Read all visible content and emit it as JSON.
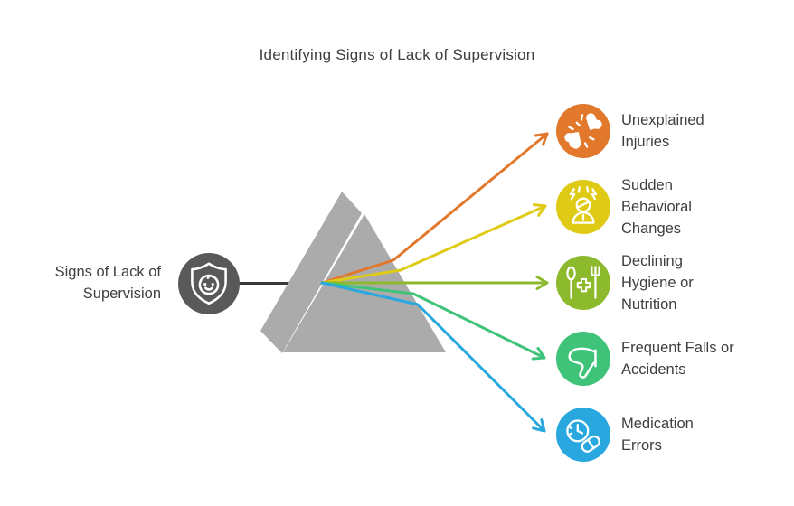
{
  "title": "Identifying Signs of Lack of Supervision",
  "colors": {
    "text": "#3E3E3E",
    "prism": "#ABABAB",
    "connector": "#3A3A3E",
    "background": "#FFFFFF"
  },
  "source": {
    "label": "Signs of Lack of Supervision",
    "color": "#595959",
    "icon": "shield-baby-icon"
  },
  "items": [
    {
      "label": "Unexplained Injuries",
      "color": "#E2782B",
      "icon": "broken-bone-icon"
    },
    {
      "label": "Sudden Behavioral Changes",
      "color": "#DFCB16",
      "icon": "stressed-person-icon"
    },
    {
      "label": "Declining Hygiene or Nutrition",
      "color": "#8DBA2D",
      "icon": "spoon-cross-fork-icon"
    },
    {
      "label": "Frequent Falls or Accidents",
      "color": "#3FC379",
      "icon": "thumbs-down-icon"
    },
    {
      "label": "Medication Errors",
      "color": "#29A8DF",
      "icon": "clock-pill-icon"
    }
  ]
}
